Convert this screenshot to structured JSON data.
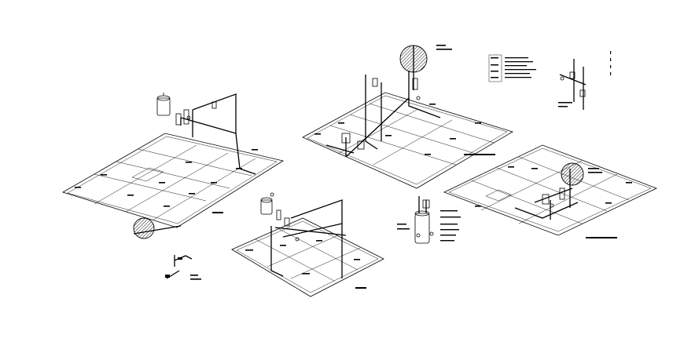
{
  "drawing": {
    "background": "#ffffff",
    "ink": "#000000",
    "views": [
      "isometric-view-left",
      "isometric-view-center-bottom",
      "isometric-view-top-center",
      "isometric-view-right",
      "riser-detail-small",
      "water-heater-detail",
      "pipe-legend-block"
    ],
    "labels": []
  }
}
